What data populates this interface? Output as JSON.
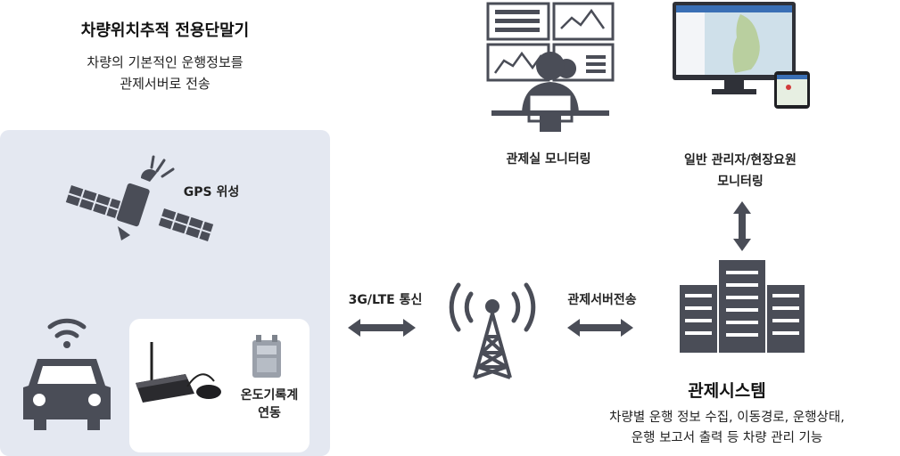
{
  "device": {
    "title": "차량위치추적 전용단말기",
    "desc_line1": "차량의 기본적인 운행정보를",
    "desc_line2": "관제서버로 전송"
  },
  "labels": {
    "gps": "GPS 위성",
    "thermo_line1": "온도기록계",
    "thermo_line2": "연동",
    "network": "3G/LTE 통신",
    "server_transfer": "관제서버전송",
    "control_room": "관제실 모니터링",
    "manager_line1": "일반 관리자/현장요원",
    "manager_line2": "모니터링"
  },
  "system": {
    "title": "관제시스템",
    "desc_line1": "차량별 운행 정보 수집, 이동경로, 운행상태,",
    "desc_line2": "운행 보고서 출력 등 차량 관리 기능"
  },
  "colors": {
    "icon": "#4a4d57",
    "panel": "#e4e8f1",
    "screen_blue": "#3a6fb5"
  }
}
